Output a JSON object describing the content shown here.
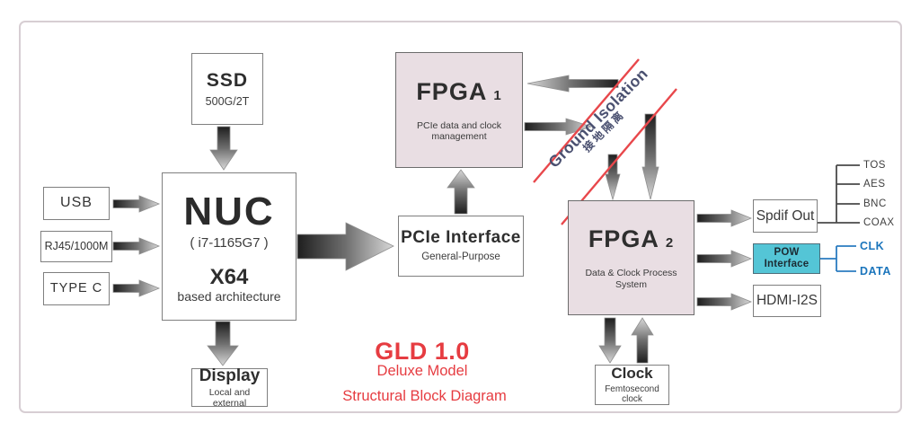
{
  "diagram": {
    "product": "GLD 1.0",
    "model": "Deluxe Model",
    "caption": "Structural Block Diagram"
  },
  "boxes": {
    "ssd": {
      "title": "SSD",
      "subtitle": "500G/2T"
    },
    "usb": {
      "label": "USB"
    },
    "rj45": {
      "label": "RJ45/1000M"
    },
    "typec": {
      "label": "TYPE C"
    },
    "nuc": {
      "title": "NUC",
      "cpu": "( i7-1165G7 )",
      "arch": "X64",
      "arch_sub": "based architecture"
    },
    "display": {
      "title": "Display",
      "subtitle": "Local and external"
    },
    "pcie": {
      "title": "PCIe Interface",
      "subtitle": "General-Purpose"
    },
    "fpga1": {
      "title": "FPGA",
      "index": "1",
      "subtitle": "PCIe data and clock management"
    },
    "fpga2": {
      "title": "FPGA",
      "index": "2",
      "subtitle": "Data & Clock Process System"
    },
    "spdif": {
      "label": "Spdif Out"
    },
    "pow": {
      "label": "POW Interface"
    },
    "hdmi": {
      "label": "HDMI-I2S"
    },
    "clock": {
      "title": "Clock",
      "subtitle": "Femtosecond clock"
    }
  },
  "isolation": {
    "label_en": "Ground Isolation",
    "label_zh": "接地隔离"
  },
  "outputs": {
    "spdif_ports": [
      "TOS",
      "AES",
      "BNC",
      "COAX"
    ],
    "pow_ports": [
      "CLK",
      "DATA"
    ]
  },
  "colors": {
    "accent_red": "#e63c41",
    "isolation_line": "#e8474b",
    "isolation_text": "#4a5070",
    "fpga_fill": "#e9dee3",
    "pow_fill": "#54c5d6",
    "signal_blue": "#1b75bc"
  }
}
